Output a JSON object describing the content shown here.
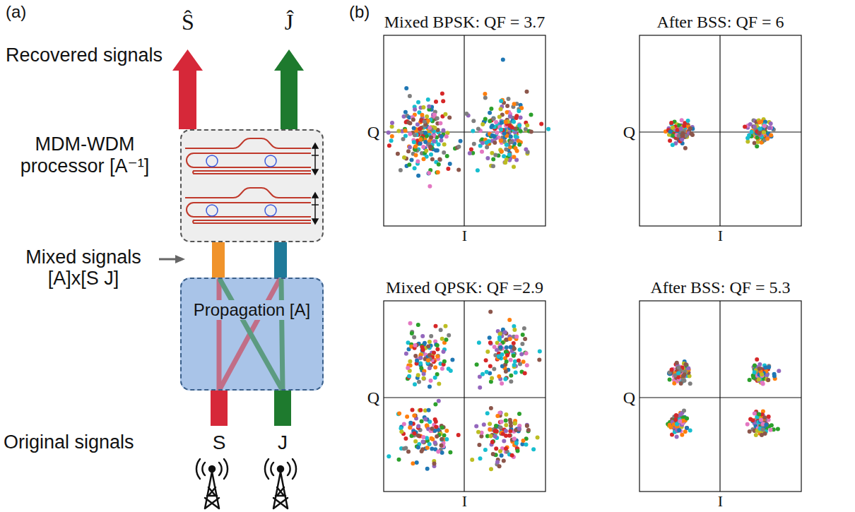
{
  "diagram": {
    "nodes": [
      {
        "text": [
          "MDM-WDM processor [A⁻¹]"
        ]
      },
      {
        "text": [
          "Propagation [A]"
        ]
      }
    ],
    "edges": [
      {
        "from": 1,
        "to": 0,
        "arrow": "none"
      },
      {
        "from": 1,
        "to": 0,
        "arrow": "none"
      }
    ],
    "labels": [
      "(a)",
      "Recovered signals",
      "Ŝ",
      "Ĵ",
      "Mixed signals [A]x[S J]",
      "Original signals",
      "S",
      "J",
      "(b)",
      "Mixed BPSK: QF = 3.7",
      "Q",
      "I",
      "After BSS: QF = 6",
      "Q",
      "I",
      "Mixed QPSK: QF =2.9",
      "Q",
      "I",
      "After BSS: QF = 5.3",
      "Q",
      "I"
    ]
  }
}
